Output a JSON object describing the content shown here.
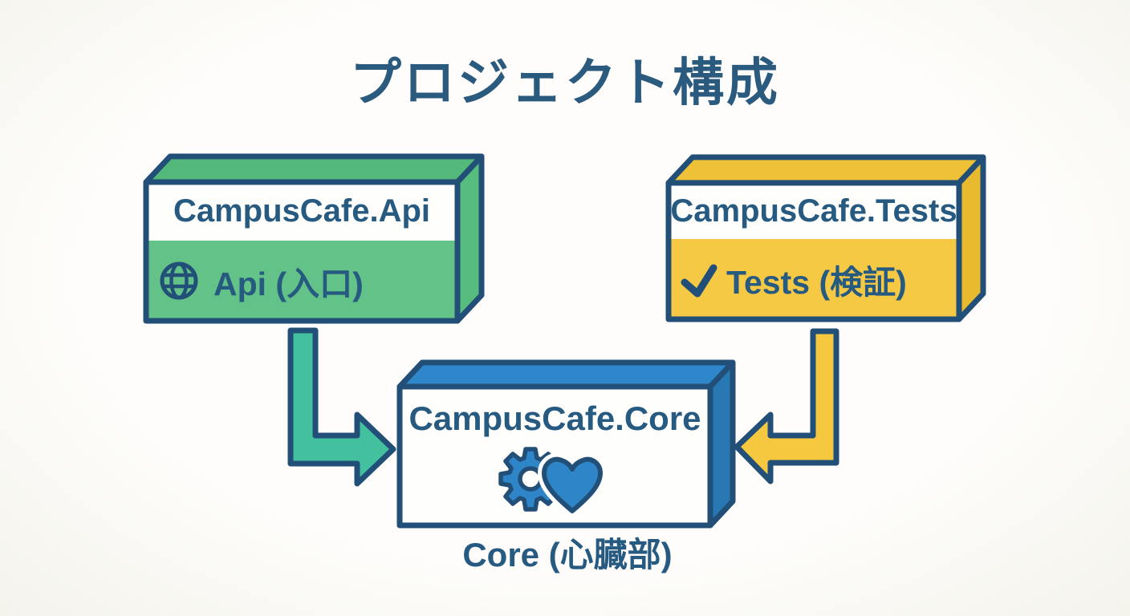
{
  "title": "プロジェクト構成",
  "nodes": {
    "api": {
      "title": "CampusCafe.Api",
      "subtitle": "Api (入口)",
      "icon": "globe-icon",
      "fill": "#62c287"
    },
    "tests": {
      "title": "CampusCafe.Tests",
      "subtitle": "Tests (検証)",
      "icon": "checkmark-icon",
      "fill": "#f6c944"
    },
    "core": {
      "title": "CampusCafe.Core",
      "caption": "Core (心臓部)",
      "icon": "gear-heart-icon",
      "fill": "#2e87ca"
    }
  },
  "edges": [
    {
      "from": "CampusCafe.Api",
      "to": "CampusCafe.Core",
      "color": "#43c19e"
    },
    {
      "from": "CampusCafe.Tests",
      "to": "CampusCafe.Core",
      "color": "#f6c83f"
    }
  ],
  "colors": {
    "outline": "#224f78",
    "text": "#2b5a7f",
    "background": "#fbfaf6"
  }
}
